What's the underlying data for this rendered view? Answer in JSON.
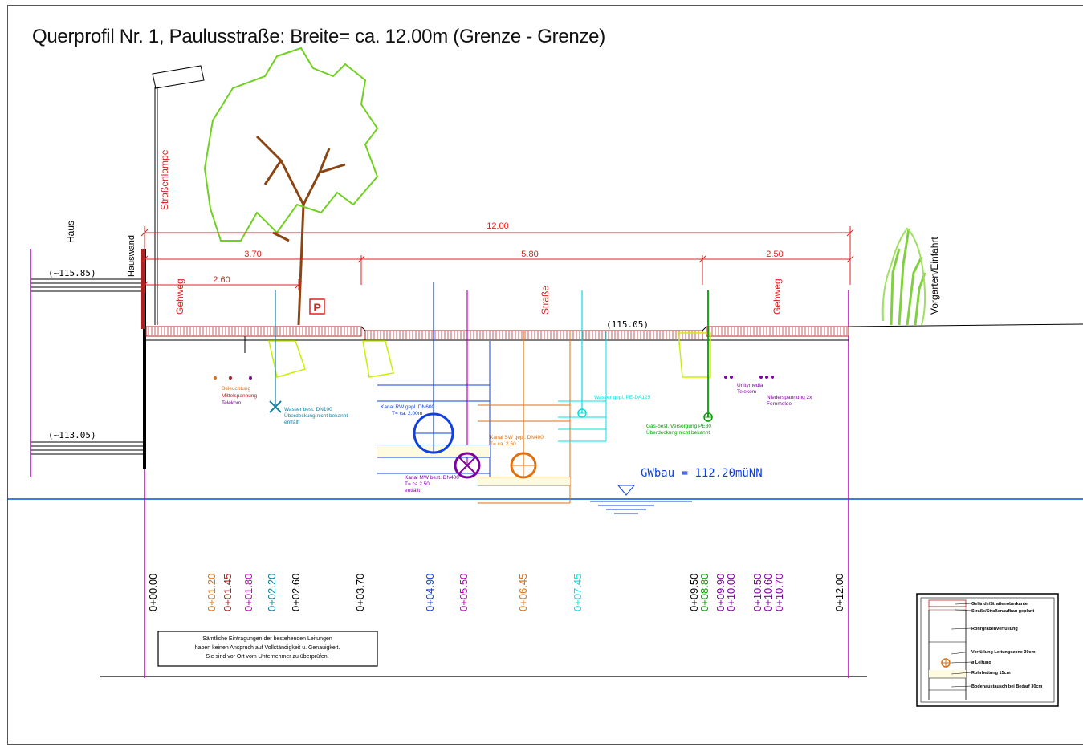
{
  "title": "Querprofil Nr. 1,  Paulusstraße:  Breite= ca. 12.00m (Grenze - Grenze)",
  "labels": {
    "haus": "Haus",
    "hauswand": "Hauswand",
    "strassenlampe": "Straßenlampe",
    "gehweg_left": "Gehweg",
    "strasse": "Straße",
    "gehweg_right": "Gehweg",
    "vorgarten": "Vorgarten/Einfahrt",
    "parking_sign": "P"
  },
  "elevations": {
    "top": "(~115.85)",
    "bottom": "(~113.05)",
    "road": "(115.05)"
  },
  "dimensions": {
    "total": "12.00",
    "left_sidewalk": "3.70",
    "road": "5.80",
    "right_sidewalk": "2.50",
    "tree_offset": "2.60"
  },
  "groundwater": "GWbau = 112.20müNN",
  "utilities": {
    "left_legend": [
      "Beleuchtung",
      "Mittelspannung",
      "Telekom"
    ],
    "water_line1": "Wasser best. DN100",
    "water_line2": "Überdeckung nicht bekannt",
    "water_line3": "entfällt",
    "rw_line1": "Kanal RW gepl. DN600",
    "rw_line2": "T= ca. 2.00m",
    "mw_line1": "Kanal MW best. DN400",
    "mw_line2": "T= ca.2.50",
    "mw_line3": "entfällt",
    "sw_line1": "Kanal SW gepl. DN400",
    "sw_line2": "T= ca. 2.50",
    "water_planned": "Wasser gepl. PE-DA125",
    "gas_line1": "Gas-best. Versorgung PE80",
    "gas_line2": "Überdeckung nicht bekannt",
    "unitymedia_line1": "Unitymedia",
    "unitymedia_line2": "Telekom",
    "nieder_line1": "Niederspannung 2x",
    "nieder_line2": "Fernmelde"
  },
  "stations": [
    "0+00.00",
    "0+01.20",
    "0+01.45",
    "0+01.80",
    "0+02.20",
    "0+02.60",
    "0+03.70",
    "0+04.90",
    "0+05.50",
    "0+06.45",
    "0+07.45",
    "0+09.50",
    "0+08.80",
    "0+09.90",
    "0+10.00",
    "0+10.50",
    "0+10.60",
    "0+10.70",
    "0+12.00"
  ],
  "note": [
    "Sämtliche Eintragungen der bestehenden Leitungen",
    "haben keinen Anspruch auf Vollständigkeit u. Genauigkeit.",
    "Sie sind vor Ort vom Unternehmer zu überprüfen."
  ],
  "legend": [
    "Gelände/Straßenoberkante",
    "Straße/Straßenaufbau geplant",
    "Rohrgrabenverfüllung",
    "Verfüllung Leitungszone 30cm",
    "ø Leitung",
    "Rohrbettung 15cm",
    "Bodenaustausch bei Bedarf 30cm"
  ],
  "colors": {
    "red": "#e02020",
    "magenta": "#c000c0",
    "blue": "#1040e0",
    "orange": "#e07010",
    "cyan": "#00e0e0",
    "green": "#00a000",
    "yellowgreen": "#c8f000",
    "teal": "#1080a0",
    "purple": "#8000a0",
    "gw_blue": "#0050e0"
  }
}
